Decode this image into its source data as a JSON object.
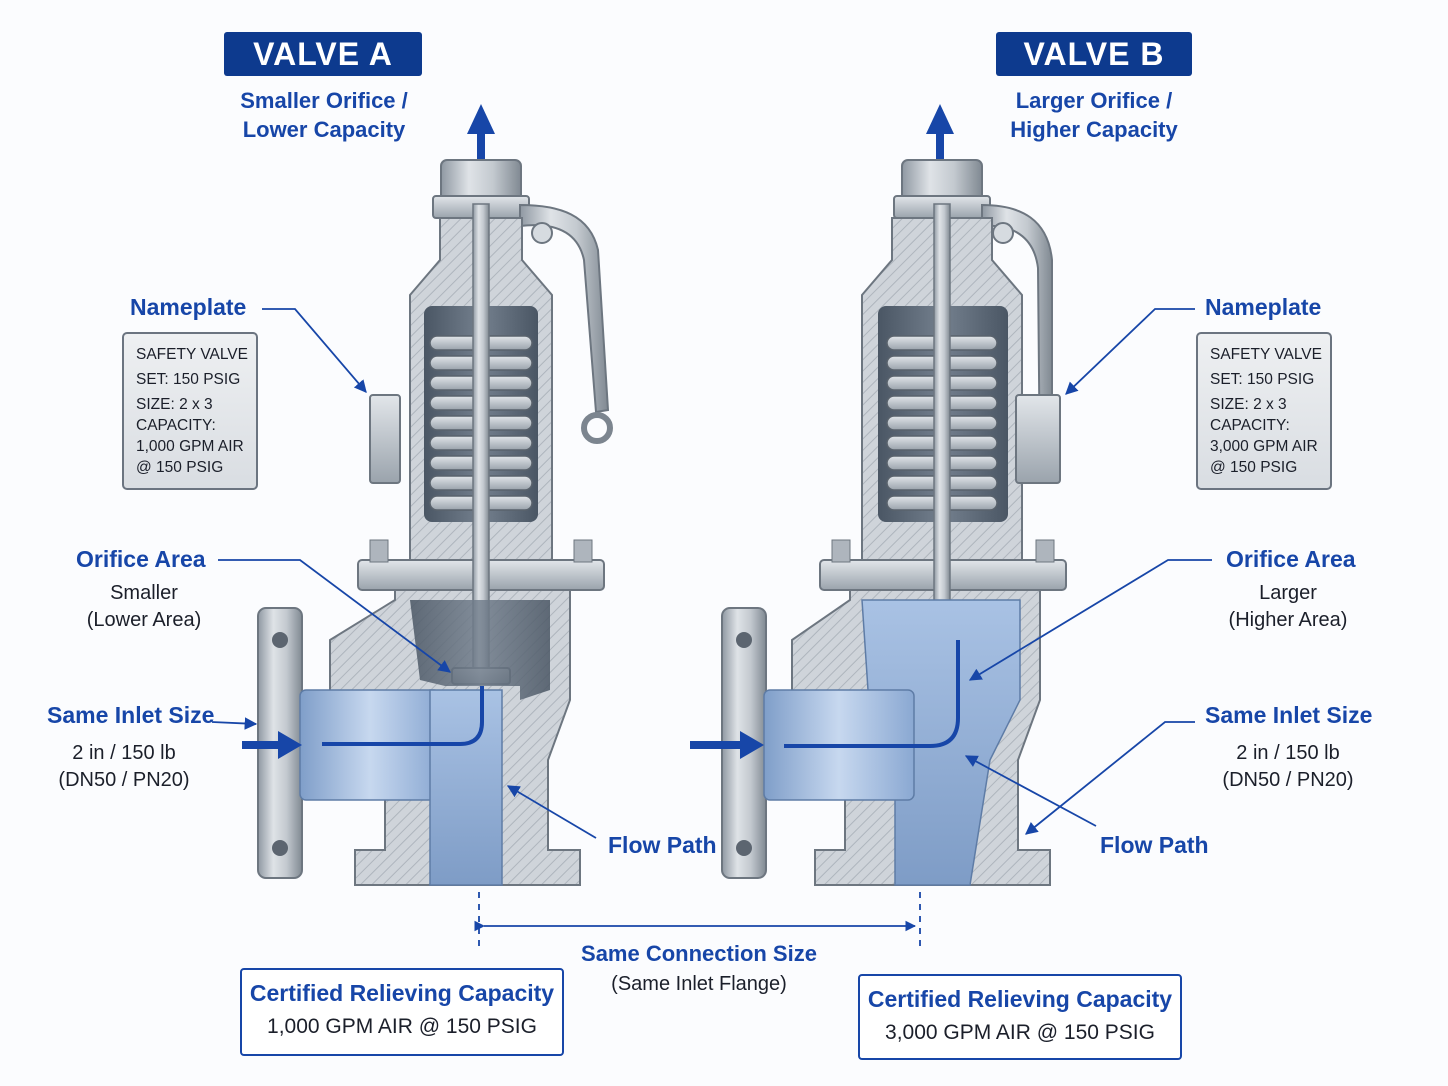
{
  "valve_a": {
    "title": "VALVE A",
    "subtitle_line1": "Smaller Orifice /",
    "subtitle_line2": "Lower Capacity",
    "nameplate_label": "Nameplate",
    "nameplate": {
      "line1": "SAFETY VALVE",
      "line2": "SET: 150 PSIG",
      "line3": "SIZE: 2 x 3",
      "line4": "CAPACITY:",
      "line5": "1,000 GPM AIR",
      "line6": "@ 150 PSIG"
    },
    "orifice_label": "Orifice Area",
    "orifice_sub1": "Smaller",
    "orifice_sub2": "(Lower Area)",
    "inlet_label": "Same Inlet Size",
    "inlet_sub1": "2 in / 150 lb",
    "inlet_sub2": "(DN50 / PN20)",
    "flow_label": "Flow Path",
    "capacity_title": "Certified Relieving Capacity",
    "capacity_value": "1,000 GPM AIR @ 150 PSIG"
  },
  "valve_b": {
    "title": "VALVE B",
    "subtitle_line1": "Larger Orifice /",
    "subtitle_line2": "Higher Capacity",
    "nameplate_label": "Nameplate",
    "nameplate": {
      "line1": "SAFETY VALVE",
      "line2": "SET: 150 PSIG",
      "line3": "SIZE: 2 x 3",
      "line4": "CAPACITY:",
      "line5": "3,000 GPM AIR",
      "line6": "@ 150 PSIG"
    },
    "orifice_label": "Orifice Area",
    "orifice_sub1": "Larger",
    "orifice_sub2": "(Higher Area)",
    "inlet_label": "Same Inlet Size",
    "inlet_sub1": "2 in / 150 lb",
    "inlet_sub2": "(DN50 / PN20)",
    "flow_label": "Flow Path",
    "capacity_title": "Certified Relieving Capacity",
    "capacity_value": "3,000 GPM AIR @ 150 PSIG"
  },
  "center": {
    "connection_label": "Same Connection Size",
    "connection_sub": "(Same Inlet Flange)"
  },
  "colors": {
    "accent_blue": "#1746a8",
    "badge_navy": "#0d3a8e",
    "metal": "#b9c0c8",
    "metal_dark": "#7c858f",
    "flow_fill": "#9fbbe0"
  },
  "icons": {
    "outlet_arrow": "arrow-up-icon",
    "inlet_arrow": "arrow-right-icon",
    "pointer": "arrow-pointer-icon"
  }
}
